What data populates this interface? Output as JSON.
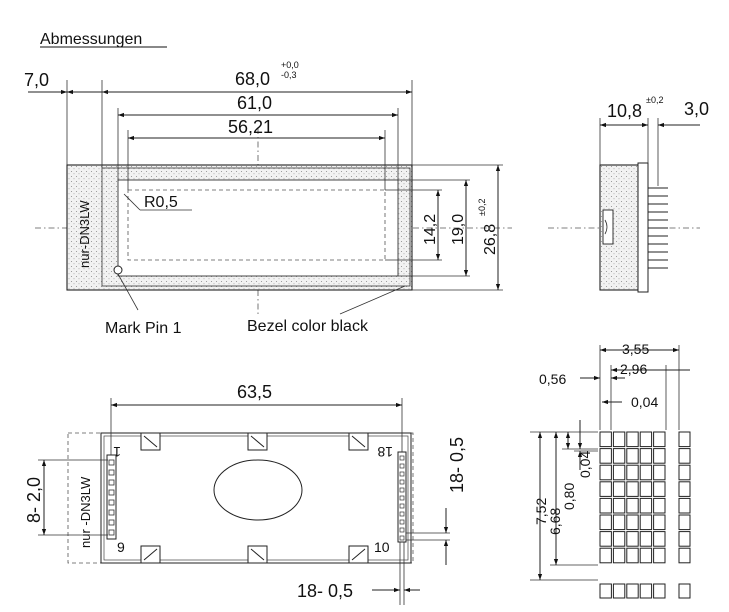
{
  "title": "Abmessungen",
  "top_view": {
    "side_label": "nur-DN3LW",
    "dim_left_offset": "7,0",
    "dim_width_outer": "68,0",
    "dim_width_outer_tol_plus": "+0,0",
    "dim_width_outer_tol_minus": "-0,3",
    "dim_view_area": "61,0",
    "dim_active_area": "56,21",
    "radius_label": "R0,5",
    "dim_active_height": "14,2",
    "dim_view_height": "19,0",
    "dim_outer_height": "26,8",
    "dim_outer_height_tol": "±0,2",
    "mark_pin_label": "Mark Pin 1",
    "bezel_label": "Bezel color black"
  },
  "side_view": {
    "dim_depth": "10,8",
    "dim_depth_tol": "±0,2",
    "dim_pin_length": "3,0"
  },
  "bottom_view": {
    "side_label": "nur -DN3LW",
    "dim_pin_span": "63,5",
    "dim_pins_vertical_left": "8- 2,0",
    "dim_pins_vertical_right": "18- 0,5",
    "dim_pins_bottom": "18- 0,5",
    "pin_1": "1",
    "pin_18": "18",
    "pin_9": "9",
    "pin_10": "10"
  },
  "dot_matrix": {
    "dim_char_width": "3,55",
    "dim_dot_gap": "0,56",
    "dim_dot_area": "2,96",
    "dim_dot_spacing": "0,04",
    "dim_char_height": "7,52",
    "dim_dot_area_height": "6,68",
    "dim_dot_pitch": "0,80",
    "dim_dot_gap_v": "0,04"
  }
}
